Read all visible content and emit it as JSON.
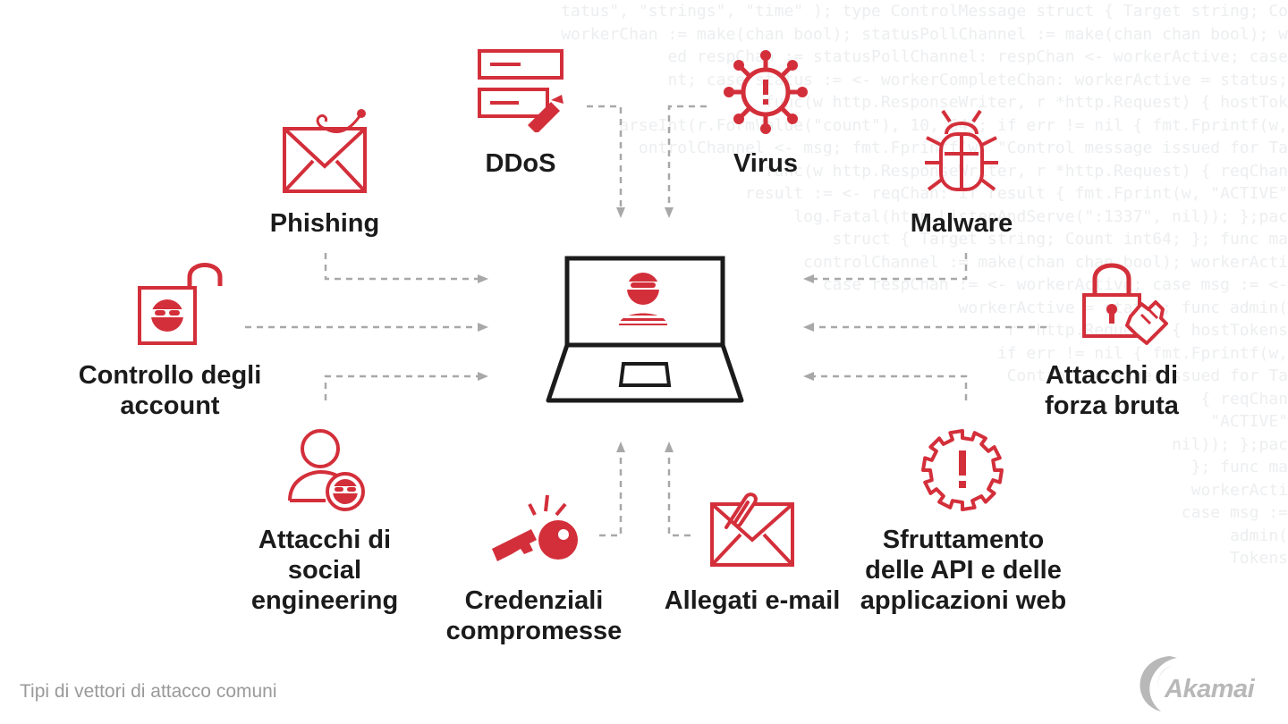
{
  "colors": {
    "accent": "#d32f3a",
    "dark": "#1b1b1b",
    "arrow": "#a8a8a8",
    "caption": "#9a9a9a",
    "logo": "#b8b8b8"
  },
  "background_code": [
    "tatus\", \"strings\", \"time\" ); type ControlMessage struct { Target string; Co",
    "workerChan := make(chan bool); statusPollChannel := make(chan chan bool); w",
    "ed respChan := statusPollChannel: respChan <- workerActive; case",
    "nt; case status := <- workerCompleteChan: workerActive = status;",
    "func(w http.ResponseWriter, r *http.Request) { hostTok",
    "arseInt(r.FormValue(\"count\"), 10, 64); if err != nil { fmt.Fprintf(w,",
    "ontrolChannel <- msg; fmt.Fprintf(w, \"Control message issued for Ta",
    "func(w http.ResponseWriter, r *http.Request) { reqChan",
    "result := <- reqChan: if result { fmt.Fprint(w, \"ACTIVE\"",
    "log.Fatal(http.ListenAndServe(\":1337\", nil)); };pac",
    "struct { Target string; Count int64; }; func ma",
    "controlChannel := make(chan chan bool); workerActi",
    "case respChan := <- workerActive; case msg := <-",
    "workerActive = status; func admin(",
    "r *http.Request) { hostTokens",
    "if err != nil { fmt.Fprintf(w,",
    "Control message issued for Ta",
    "{ reqChan",
    "\"ACTIVE\"",
    "nil)); };pac",
    "}; func ma",
    "workerActi",
    "case msg :=",
    "admin(",
    "Tokens",
    "Fprintf(",
    "ed for"
  ],
  "center": {
    "icon": "laptop-hacker-icon"
  },
  "vectors": [
    {
      "id": "ddos",
      "label": "DDoS",
      "icon": "ddos-server-icon"
    },
    {
      "id": "virus",
      "label": "Virus",
      "icon": "virus-icon"
    },
    {
      "id": "phishing",
      "label": "Phishing",
      "icon": "phishing-envelope-icon"
    },
    {
      "id": "malware",
      "label": "Malware",
      "icon": "malware-bug-icon"
    },
    {
      "id": "account",
      "label_lines": [
        "Controllo degli",
        "account"
      ],
      "icon": "account-lock-icon"
    },
    {
      "id": "bruteforce",
      "label_lines": [
        "Attacchi di",
        "forza bruta"
      ],
      "icon": "brute-force-lock-icon"
    },
    {
      "id": "social",
      "label_lines": [
        "Attacchi di",
        "social",
        "engineering"
      ],
      "icon": "social-engineering-user-icon"
    },
    {
      "id": "credentials",
      "label_lines": [
        "Credenziali",
        "compromesse"
      ],
      "icon": "broken-key-icon"
    },
    {
      "id": "email",
      "label": "Allegati e-mail",
      "icon": "email-attachment-icon"
    },
    {
      "id": "api",
      "label_lines": [
        "Sfruttamento",
        "delle API e delle",
        "applicazioni web"
      ],
      "icon": "api-warning-gear-icon"
    }
  ],
  "caption": "Tipi di vettori di attacco comuni",
  "logo": {
    "text": "Akamai",
    "icon": "akamai-logo-icon"
  }
}
